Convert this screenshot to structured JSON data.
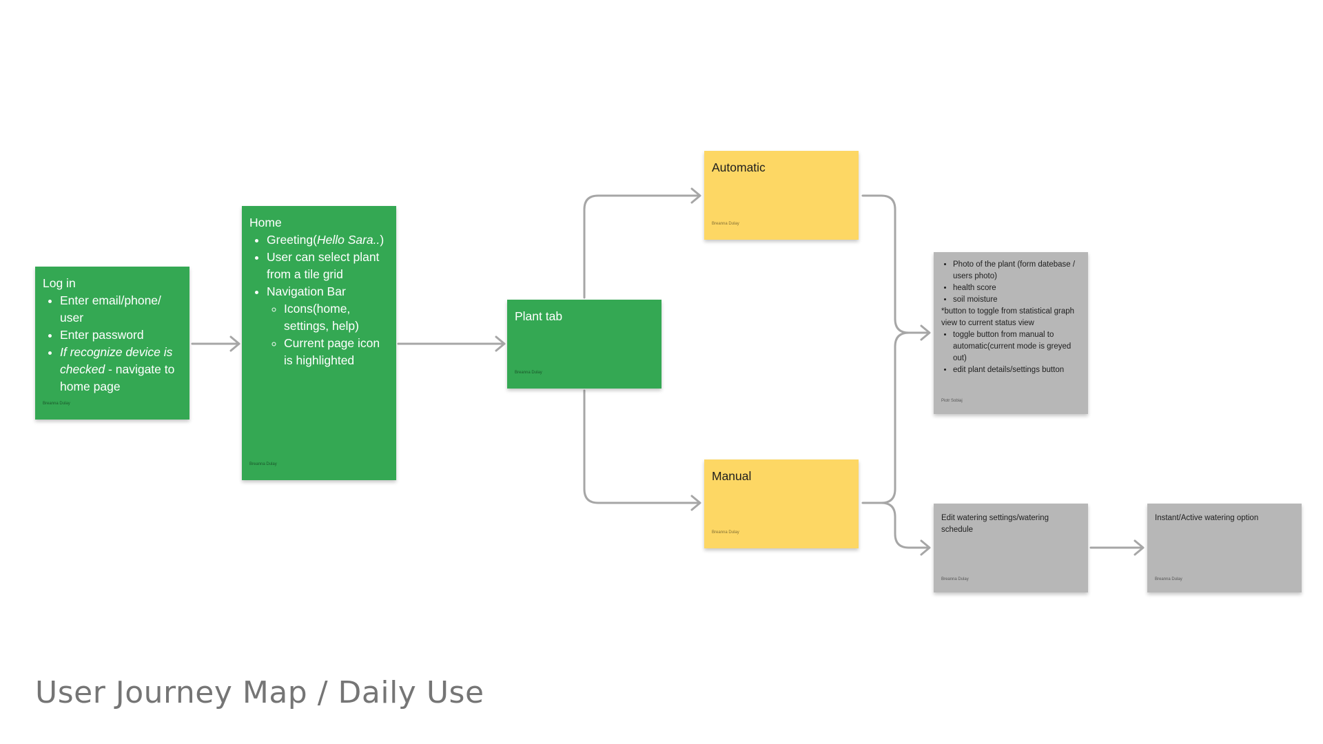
{
  "colors": {
    "green": "#34a853",
    "yellow": "#fdd764",
    "gray": "#b7b7b7",
    "connector": "#a6a6a6",
    "title": "#757575"
  },
  "title": "User Journey Map / Daily Use",
  "login": {
    "heading": "Log in",
    "items": [
      "Enter email/phone/ user",
      "Enter password"
    ],
    "italic_part": "If recognize device is checked",
    "rest_part": " - navigate to home page",
    "author": "Breanna Dulay"
  },
  "home": {
    "heading": "Home",
    "greeting_prefix": "Greeting(",
    "greeting_italic": "Hello Sara..",
    "greeting_suffix": ")",
    "item_select": "User can select plant from a tile grid",
    "item_nav": "Navigation Bar",
    "sub_icons": "Icons(home, settings, help)",
    "sub_current": "Current page icon is highlighted",
    "author": "Breanna Dulay"
  },
  "plant_tab": {
    "heading": "Plant tab",
    "author": "Breanna Dulay"
  },
  "automatic": {
    "heading": "Automatic",
    "author": "Breanna Dulay"
  },
  "manual": {
    "heading": "Manual",
    "author": "Breanna Dulay"
  },
  "details": {
    "items_top": [
      "Photo of the plant (form datebase / users photo)",
      "health score",
      "soil moisture"
    ],
    "note": "*button to toggle from statistical graph view to current status view",
    "items_bottom": [
      "toggle button from manual to automatic(current mode is greyed out)",
      "edit plant details/settings button"
    ],
    "author": "Piotr Sobiaj"
  },
  "edit_watering": {
    "text": "Edit watering settings/watering schedule",
    "author": "Breanna Dulay"
  },
  "instant_watering": {
    "text": "Instant/Active watering option",
    "author": "Breanna Dulay"
  }
}
